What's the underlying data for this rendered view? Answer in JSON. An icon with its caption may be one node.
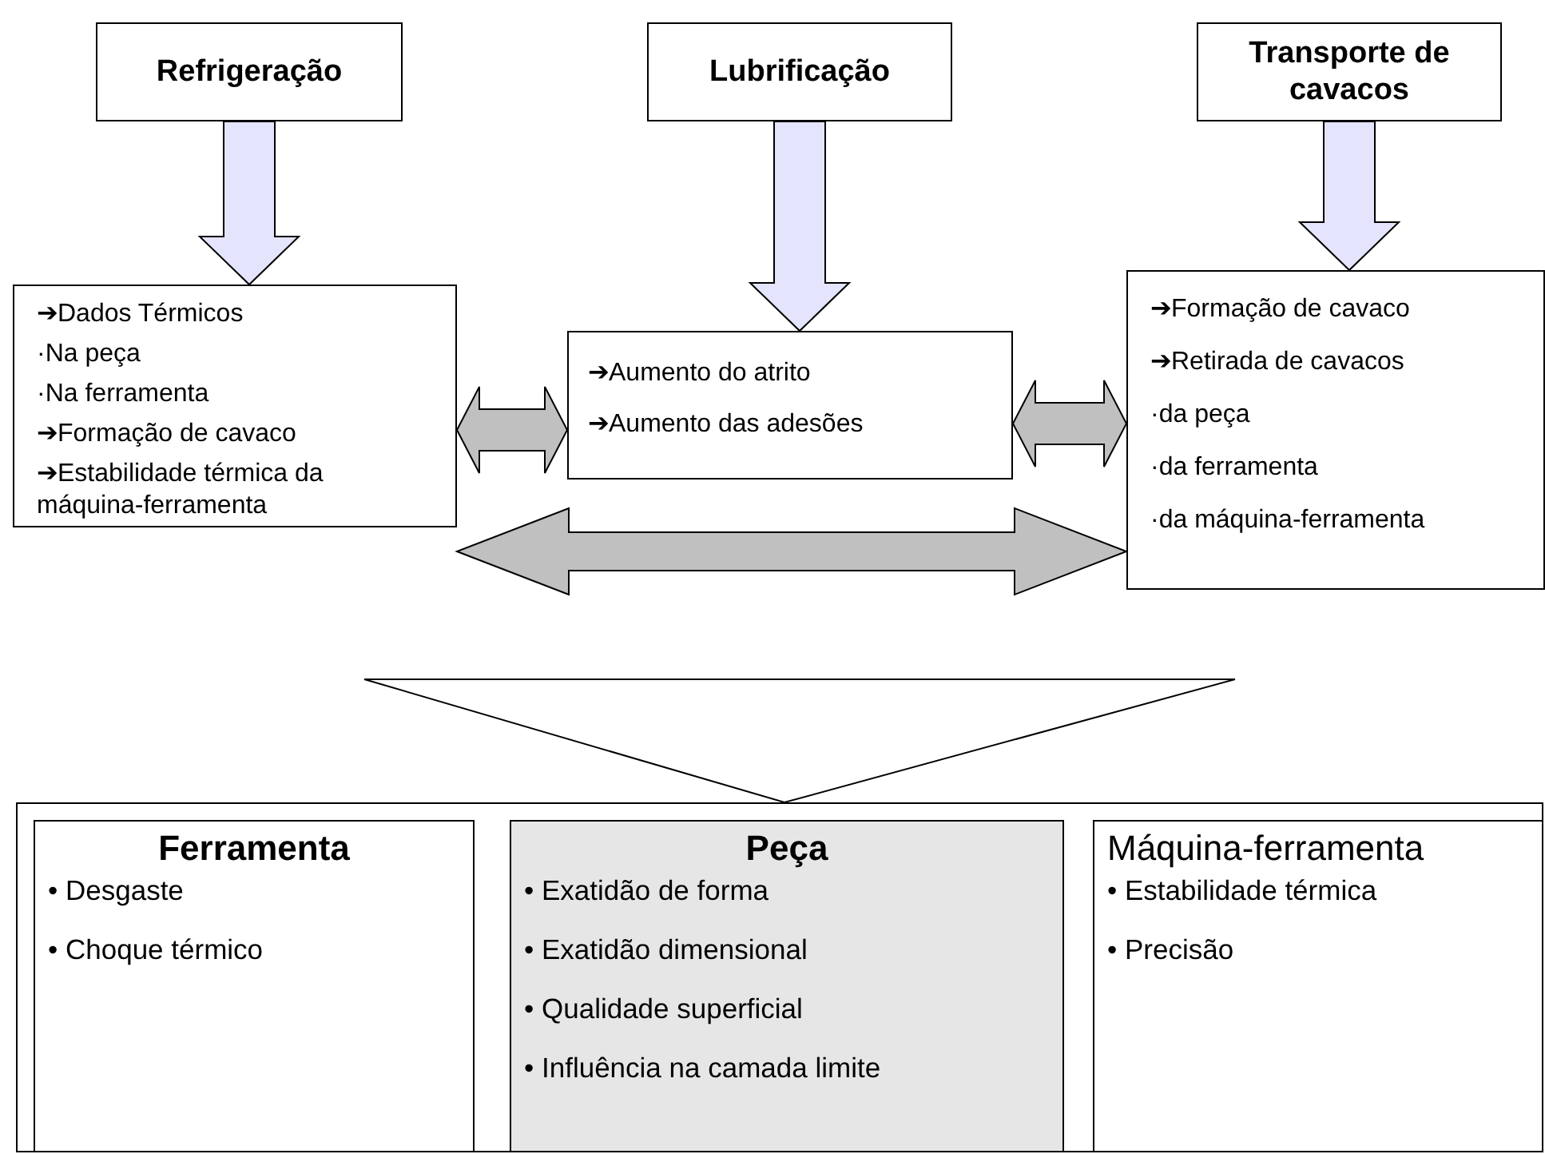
{
  "diagram": {
    "nodes": [
      {
        "text": [
          "Refrigeração"
        ]
      },
      {
        "text": [
          "Lubrificação"
        ]
      },
      {
        "text": [
          "Transporte de cavacos"
        ]
      },
      {
        "text": [
          "➔Dados Térmicos",
          "·Na peça",
          "·Na ferramenta",
          "➔Formação de cavaco",
          "➔Estabilidade térmica da máquina-ferramenta"
        ]
      },
      {
        "text": [
          "➔Aumento do atrito",
          "➔Aumento das adesões"
        ]
      },
      {
        "text": [
          "➔Formação de cavaco",
          "➔Retirada de cavacos",
          "·da peça",
          "·da ferramenta",
          "·da máquina-ferramenta"
        ]
      },
      {
        "text": [],
        "shape": "box"
      },
      {
        "text": [
          "Ferramenta",
          "• Desgaste",
          "• Choque térmico"
        ],
        "in": 6
      },
      {
        "text": [
          "Peça",
          "• Exatidão de forma",
          "• Exatidão dimensional",
          "• Qualidade superficial",
          "• Influência na camada limite"
        ],
        "in": 6
      },
      {
        "text": [
          "Máquina-ferramenta",
          "• Estabilidade térmica",
          "• Precisão"
        ],
        "in": 6
      }
    ],
    "edges": [
      {
        "from": 0,
        "to": 3,
        "arrow": "to"
      },
      {
        "from": 1,
        "to": 4,
        "arrow": "to"
      },
      {
        "from": 2,
        "to": 5,
        "arrow": "to"
      },
      {
        "from": 3,
        "to": 4,
        "arrow": "both",
        "color": "#c0c0c0"
      },
      {
        "from": 4,
        "to": 5,
        "arrow": "both",
        "color": "#c0c0c0"
      },
      {
        "from": 3,
        "to": 5,
        "arrow": "both",
        "color": "#c0c0c0"
      },
      {
        "from": null,
        "to": 6,
        "arrow": "to",
        "color": "#ffffff"
      }
    ]
  }
}
